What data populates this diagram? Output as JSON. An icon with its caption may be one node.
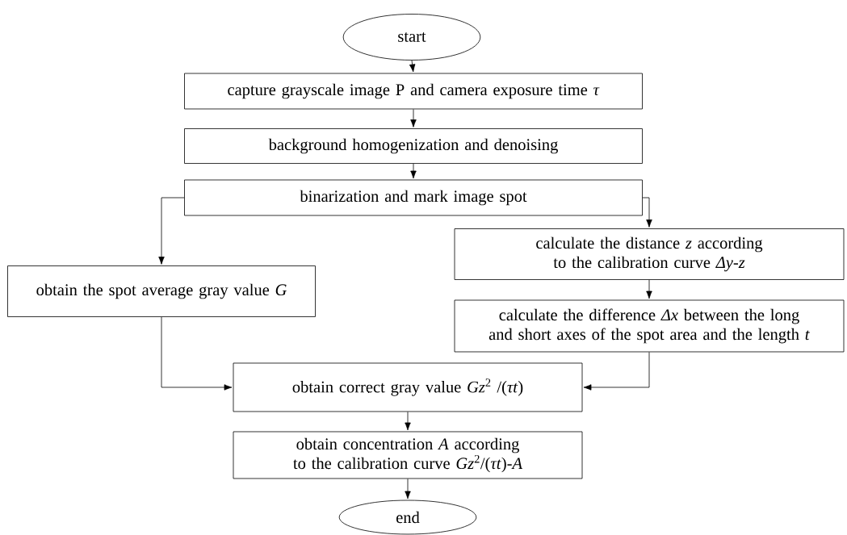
{
  "diagram": {
    "nodes": [
      {
        "text": [
          "start"
        ]
      },
      {
        "text": [
          "capture grayscale image P  and camera exposure time *τ*"
        ]
      },
      {
        "text": [
          "background homogenization and denoising"
        ]
      },
      {
        "text": [
          "binarization and mark image spot"
        ]
      },
      {
        "text": [
          "obtain the spot average gray value *G*"
        ]
      },
      {
        "text": [
          "calculate the distance *z* according to the calibration curve *Δy*-*z*"
        ]
      },
      {
        "text": [
          "calculate the difference *Δx* between the long and short axes of the spot area and the length *t*"
        ]
      },
      {
        "text": [
          "obtain correct gray value *Gz*$^{2}$ /(*τt*)"
        ]
      },
      {
        "text": [
          "obtain concentration *A* according to the calibration curve *Gz*$^{2}$/(*τt*)-*A*"
        ]
      },
      {
        "text": [
          "end"
        ]
      }
    ],
    "edges": [
      {
        "from": 0,
        "to": 1,
        "arrow": "to"
      },
      {
        "from": 1,
        "to": 2,
        "arrow": "to"
      },
      {
        "from": 2,
        "to": 3,
        "arrow": "to"
      },
      {
        "from": 3,
        "to": 4,
        "arrow": "to"
      },
      {
        "from": 3,
        "to": 5,
        "arrow": "to"
      },
      {
        "from": 5,
        "to": 6,
        "arrow": "to"
      },
      {
        "from": 4,
        "to": 7,
        "arrow": "to"
      },
      {
        "from": 6,
        "to": 7,
        "arrow": "to"
      },
      {
        "from": 7,
        "to": 8,
        "arrow": "to"
      },
      {
        "from": 8,
        "to": 9,
        "arrow": "to"
      }
    ]
  }
}
